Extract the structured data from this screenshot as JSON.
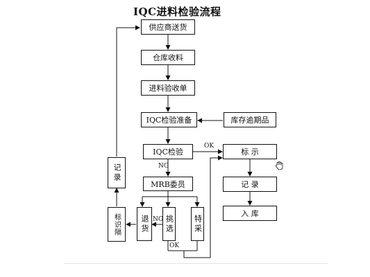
{
  "title": "IQC进料检验流程",
  "nodes": {
    "supplier": "供应商送货",
    "warehouse_receive": "仓库收料",
    "incoming_slip": "进料验收单",
    "iqc_prepare": "IQC检验准备",
    "overdue_stock": "库存逾期品",
    "iqc_inspect": "IQC检验",
    "mrb": "MRB委员",
    "mark": "标  示",
    "record_right": "记  录",
    "store": "入  库",
    "record_left": "记录",
    "return_goods": "退货",
    "sort": "挑选",
    "special": "特采",
    "mark_isolate": "标识隔"
  },
  "edge_labels": {
    "ok_top": "OK",
    "ng_main": "NG",
    "ng_sort": "NG",
    "ok_bottom": "OK"
  }
}
